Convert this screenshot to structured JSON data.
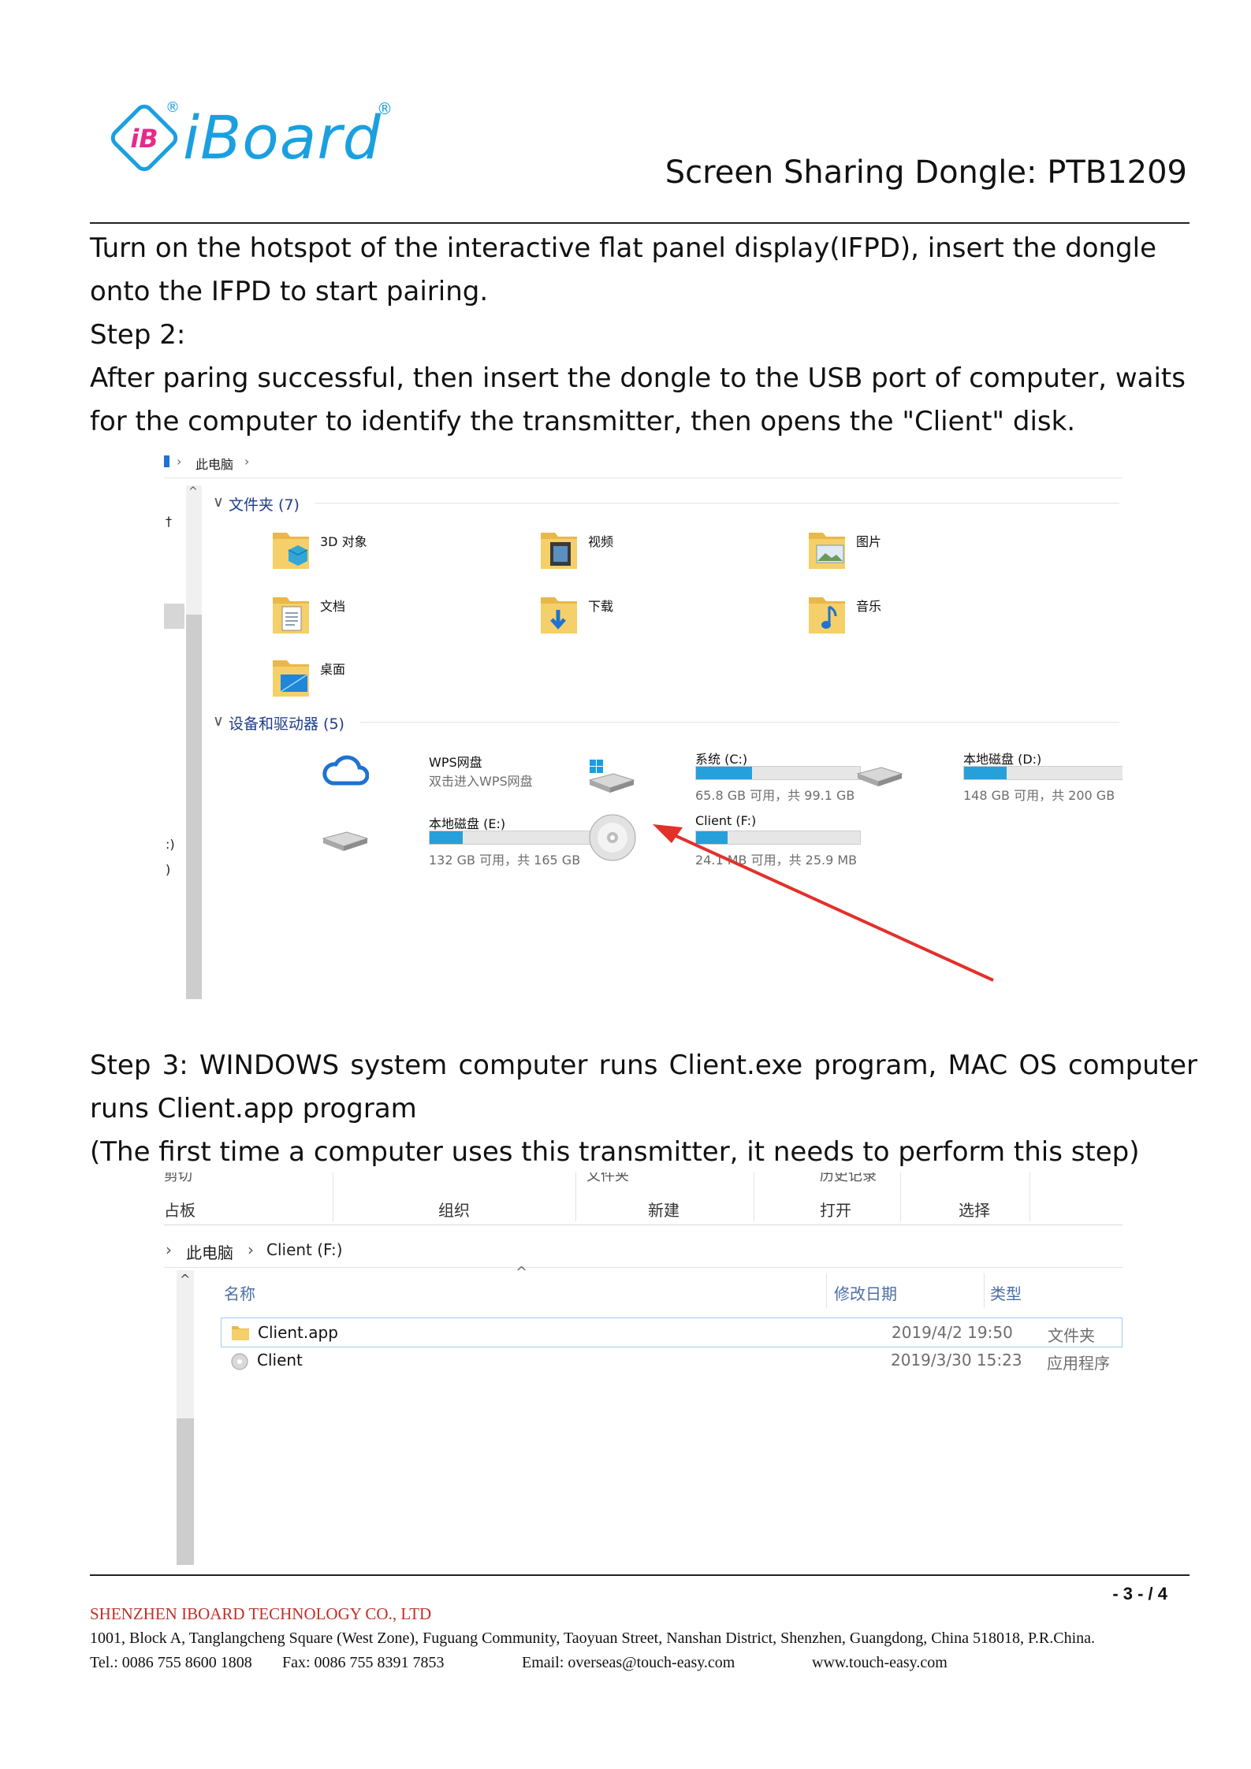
{
  "header": {
    "logo_text": "iBoard",
    "logo_badge_text": "iB",
    "registered_mark": "®",
    "doc_title": "Screen Sharing Dongle: PTB1209"
  },
  "body": {
    "para1": "Turn on the hotspot of the interactive flat panel display(IFPD), insert the dongle onto the IFPD to start pairing.",
    "step2_label": "Step 2:",
    "para2": "After paring successful, then insert the dongle to the USB port of computer, waits for the computer to identify the transmitter, then opens the \"Client\" disk.",
    "step3": "Step 3: WINDOWS system computer runs Client.exe program, MAC OS computer runs Client.app program",
    "step3_note": "(The first time a computer uses this transmitter, it needs to perform this step)"
  },
  "explorer1": {
    "breadcrumb_sep": "›",
    "breadcrumb": "此电脑",
    "scroll_up": "^",
    "side_fragments": [
      "†",
      ":)",
      ")"
    ],
    "folders_group": "文件夹 (7)",
    "group_chevron": "∨",
    "folders": [
      {
        "label": "3D 对象",
        "icon": "3d-objects-folder-icon"
      },
      {
        "label": "视频",
        "icon": "videos-folder-icon"
      },
      {
        "label": "图片",
        "icon": "pictures-folder-icon"
      },
      {
        "label": "文档",
        "icon": "documents-folder-icon"
      },
      {
        "label": "下载",
        "icon": "downloads-folder-icon"
      },
      {
        "label": "音乐",
        "icon": "music-folder-icon"
      },
      {
        "label": "桌面",
        "icon": "desktop-folder-icon"
      }
    ],
    "drives_group": "设备和驱动器 (5)",
    "drives": [
      {
        "name": "WPS网盘",
        "sub": "双击进入WPS网盘",
        "icon": "cloud-icon"
      },
      {
        "name": "系统 (C:)",
        "capacity": "65.8 GB 可用，共 99.1 GB",
        "used_fraction": 0.34,
        "icon": "windows-drive-icon"
      },
      {
        "name": "本地磁盘 (D:)",
        "capacity": "148 GB 可用，共 200 GB",
        "used_fraction": 0.26,
        "icon": "hard-drive-icon"
      },
      {
        "name": "本地磁盘 (E:)",
        "capacity": "132 GB 可用，共 165 GB",
        "used_fraction": 0.2,
        "icon": "hard-drive-icon"
      },
      {
        "name": "Client (F:)",
        "capacity": "24.1 MB 可用，共 25.9 MB",
        "used_fraction": 0.19,
        "icon": "cd-drive-icon"
      }
    ],
    "arrow_color": "#e3302b"
  },
  "explorer2": {
    "ribbon_fragments": [
      "剪切",
      "文件夹",
      "历史记录"
    ],
    "ribbon_groups": [
      "占板",
      "组织",
      "新建",
      "打开",
      "选择"
    ],
    "address_sep": "›",
    "address": [
      "此电脑",
      "Client (F:)"
    ],
    "scroll_up": "^",
    "sort_caret": "^",
    "columns": [
      "名称",
      "修改日期",
      "类型"
    ],
    "rows": [
      {
        "name": "Client.app",
        "date": "2019/4/2 19:50",
        "type": "文件夹",
        "icon": "folder-icon"
      },
      {
        "name": "Client",
        "date": "2019/3/30 15:23",
        "type": "应用程序",
        "icon": "app-icon"
      }
    ]
  },
  "footer": {
    "page": "- 3 - / 4",
    "company": "SHENZHEN IBOARD TECHNOLOGY CO., LTD",
    "address": "1001, Block A, Tanglangcheng Square (West Zone), Fuguang Community, Taoyuan Street, Nanshan District, Shenzhen, Guangdong, China    518018, P.R.China.",
    "tel": "Tel.: 0086 755 8600 1808",
    "fax": "Fax: 0086 755 8391 7853",
    "email": "Email: overseas@touch-easy.com",
    "web": "www.touch-easy.com"
  },
  "colors": {
    "brand": "#1aa0e0",
    "accent": "#26a0da",
    "footer_company": "#c0302a"
  }
}
